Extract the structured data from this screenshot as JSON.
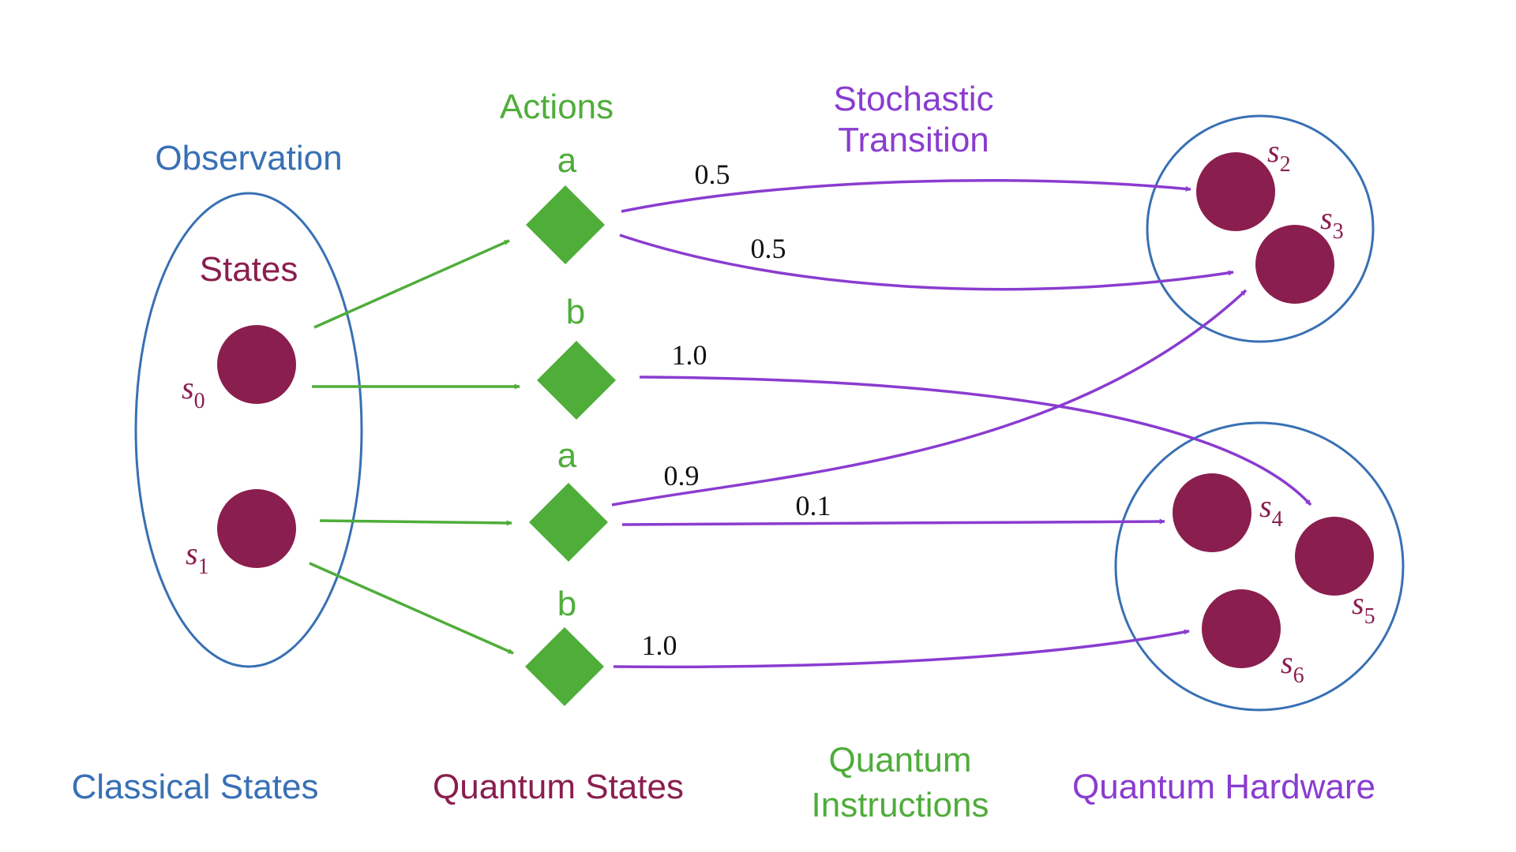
{
  "colors": {
    "blue": "#3870b4",
    "green": "#4fad3a",
    "maroon": "#8a1e4f",
    "purple": "#8a3cd0",
    "black": "#111111"
  },
  "headers": {
    "observation": "Observation",
    "actions": "Actions",
    "stochastic_line1": "Stochastic",
    "stochastic_line2": "Transition",
    "states": "States"
  },
  "actions": [
    "a",
    "b",
    "a",
    "b"
  ],
  "states": {
    "s0": {
      "base": "s",
      "sub": "0"
    },
    "s1": {
      "base": "s",
      "sub": "1"
    },
    "s2": {
      "base": "s",
      "sub": "2"
    },
    "s3": {
      "base": "s",
      "sub": "3"
    },
    "s4": {
      "base": "s",
      "sub": "4"
    },
    "s5": {
      "base": "s",
      "sub": "5"
    },
    "s6": {
      "base": "s",
      "sub": "6"
    }
  },
  "probabilities": {
    "a1_s2": "0.5",
    "a1_s3": "0.5",
    "b1_s5": "1.0",
    "a2_s3": "0.9",
    "a2_s4": "0.1",
    "b2_s6": "1.0"
  },
  "footer": {
    "classical": "Classical States",
    "quantum_states": "Quantum States",
    "quantum_instructions_line1": "Quantum",
    "quantum_instructions_line2": "Instructions",
    "quantum_hardware": "Quantum Hardware"
  }
}
